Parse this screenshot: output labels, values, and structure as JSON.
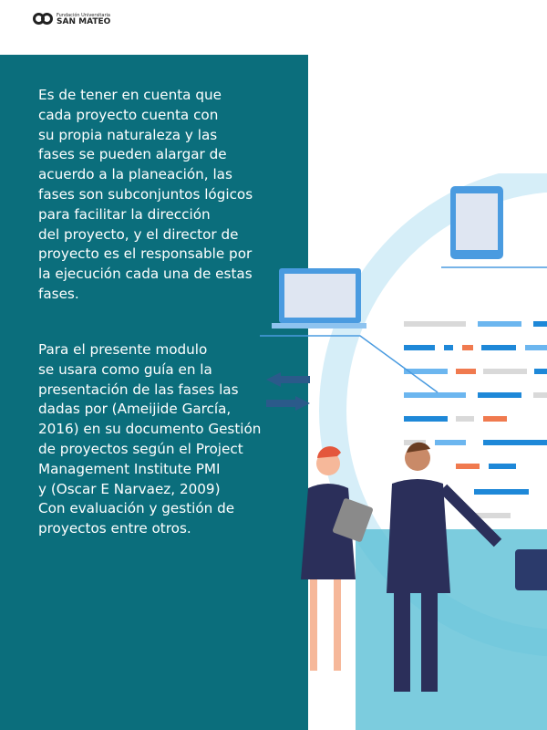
{
  "logo": {
    "line1": "Fundación Universitaria",
    "line2": "SAN MATEO"
  },
  "paragraphs": [
    "Es de tener en cuenta que\ncada proyecto cuenta con\nsu propia naturaleza y las\nfases se pueden alargar de\nacuerdo a la planeación, las\nfases son subconjuntos lógicos\npara facilitar la dirección\ndel proyecto, y el director de\nproyecto es el responsable por\nla ejecución cada una de estas\nfases.",
    "Para el presente modulo\nse usara como guía en la\npresentación de las fases las\ndadas por (Ameijide García,\n2016) en su documento Gestión\nde proyectos según el Project\nManagement Institute PMI\ny (Oscar E Narvaez, 2009)\nCon evaluación y gestión de\nproyectos entre otros."
  ],
  "colors": {
    "panel": "#0b6e7c",
    "accent": "#f07a4f",
    "blue": "#1e88d8"
  }
}
